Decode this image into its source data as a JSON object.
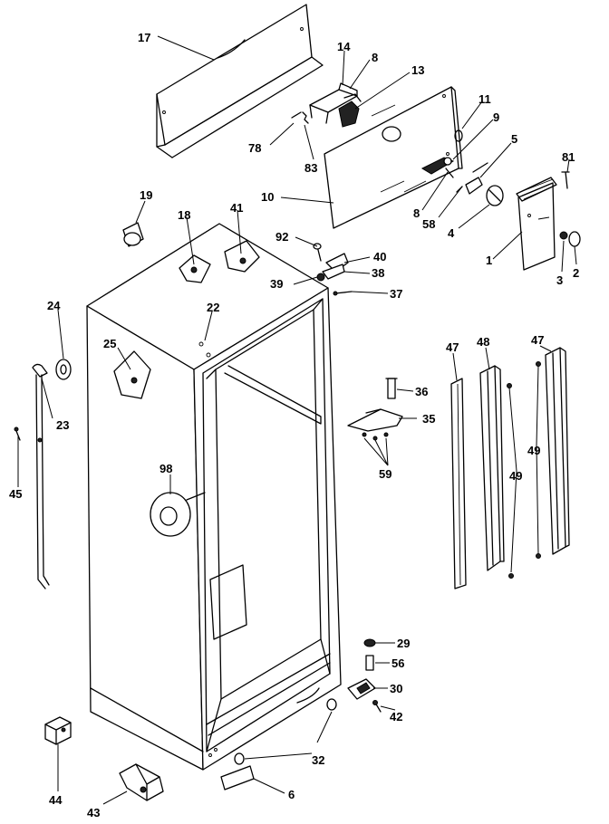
{
  "diagram": {
    "background": "#ffffff",
    "ink": "#000000",
    "callouts": [
      {
        "id": "c17",
        "text": "17"
      },
      {
        "id": "c14",
        "text": "14"
      },
      {
        "id": "c8a",
        "text": "8"
      },
      {
        "id": "c13",
        "text": "13"
      },
      {
        "id": "c78",
        "text": "78"
      },
      {
        "id": "c83",
        "text": "83"
      },
      {
        "id": "c11",
        "text": "11"
      },
      {
        "id": "c9",
        "text": "9"
      },
      {
        "id": "c5",
        "text": "5"
      },
      {
        "id": "c81",
        "text": "81"
      },
      {
        "id": "c10",
        "text": "10"
      },
      {
        "id": "c8b",
        "text": "8"
      },
      {
        "id": "c58",
        "text": "58"
      },
      {
        "id": "c4",
        "text": "4"
      },
      {
        "id": "c1",
        "text": "1"
      },
      {
        "id": "c3",
        "text": "3"
      },
      {
        "id": "c2",
        "text": "2"
      },
      {
        "id": "c19",
        "text": "19"
      },
      {
        "id": "c18",
        "text": "18"
      },
      {
        "id": "c41",
        "text": "41"
      },
      {
        "id": "c92",
        "text": "92"
      },
      {
        "id": "c40",
        "text": "40"
      },
      {
        "id": "c38",
        "text": "38"
      },
      {
        "id": "c39",
        "text": "39"
      },
      {
        "id": "c37",
        "text": "37"
      },
      {
        "id": "c24",
        "text": "24"
      },
      {
        "id": "c22",
        "text": "22"
      },
      {
        "id": "c25",
        "text": "25"
      },
      {
        "id": "c23",
        "text": "23"
      },
      {
        "id": "c45",
        "text": "45"
      },
      {
        "id": "c98",
        "text": "98"
      },
      {
        "id": "c36",
        "text": "36"
      },
      {
        "id": "c35",
        "text": "35"
      },
      {
        "id": "c59",
        "text": "59"
      },
      {
        "id": "c47a",
        "text": "47"
      },
      {
        "id": "c48",
        "text": "48"
      },
      {
        "id": "c47b",
        "text": "47"
      },
      {
        "id": "c49a",
        "text": "49"
      },
      {
        "id": "c49b",
        "text": "49"
      },
      {
        "id": "c29",
        "text": "29"
      },
      {
        "id": "c56",
        "text": "56"
      },
      {
        "id": "c30",
        "text": "30"
      },
      {
        "id": "c42",
        "text": "42"
      },
      {
        "id": "c32",
        "text": "32"
      },
      {
        "id": "c44",
        "text": "44"
      },
      {
        "id": "c43",
        "text": "43"
      },
      {
        "id": "c6",
        "text": "6"
      }
    ]
  }
}
